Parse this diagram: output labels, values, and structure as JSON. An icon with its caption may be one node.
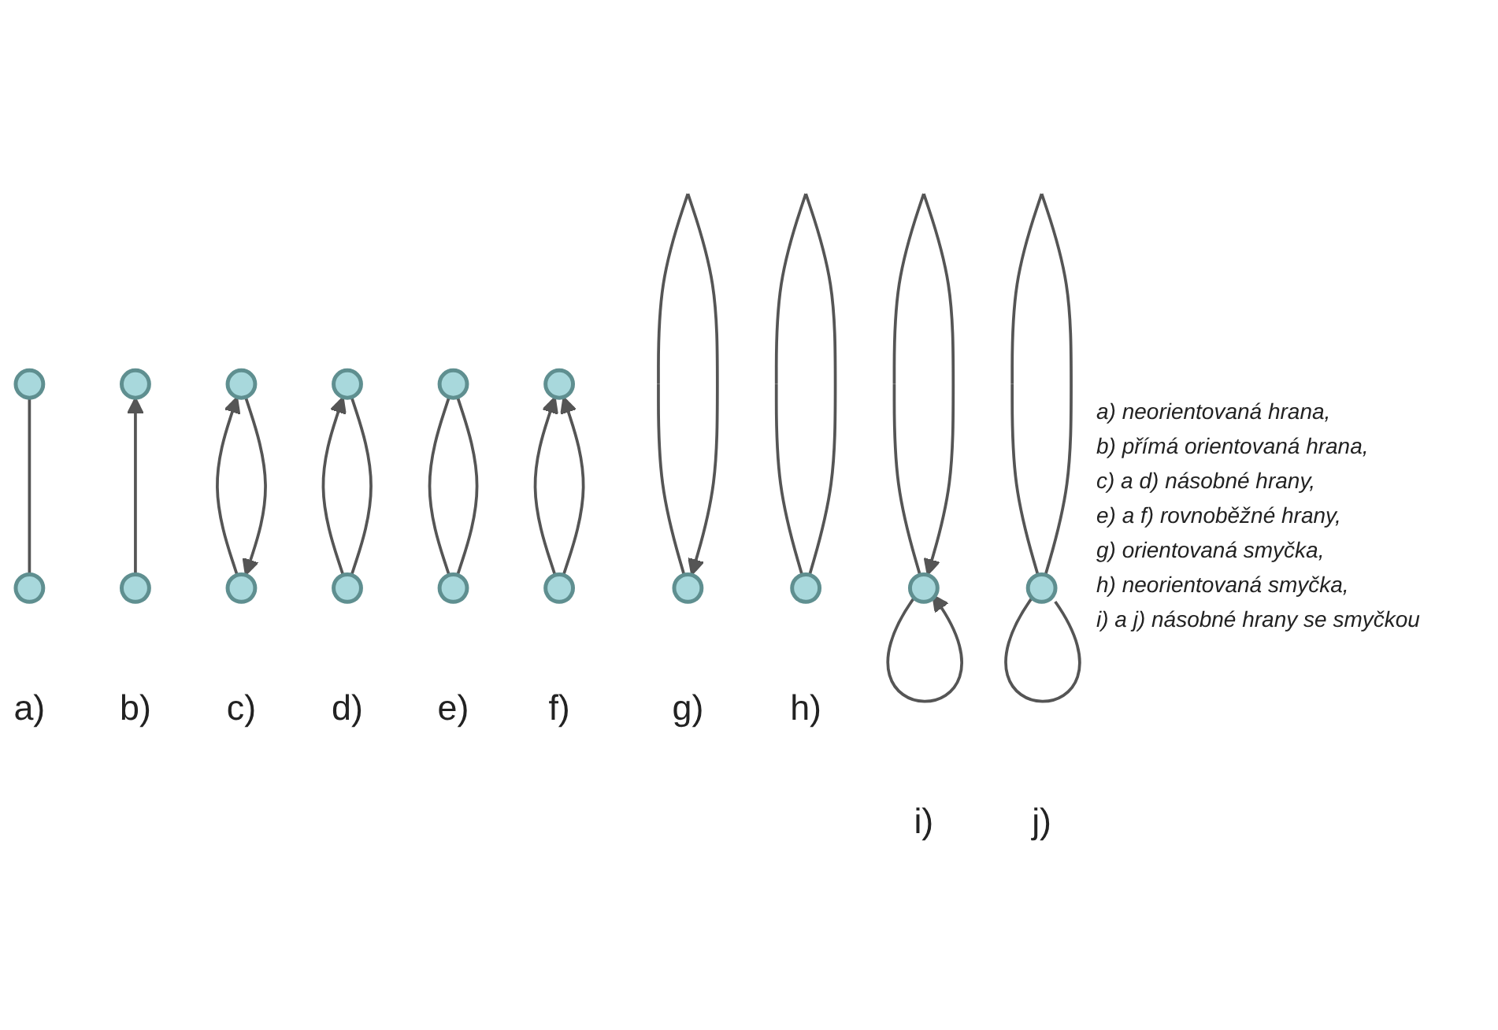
{
  "diagram": {
    "nodes": [
      {
        "text": [],
        "shape": "circle"
      },
      {
        "text": [],
        "shape": "circle"
      },
      {
        "text": [],
        "shape": "circle"
      },
      {
        "text": [],
        "shape": "circle"
      },
      {
        "text": [],
        "shape": "circle"
      },
      {
        "text": [],
        "shape": "circle"
      },
      {
        "text": [],
        "shape": "circle"
      },
      {
        "text": [],
        "shape": "circle"
      },
      {
        "text": [],
        "shape": "circle"
      },
      {
        "text": [],
        "shape": "circle"
      },
      {
        "text": [],
        "shape": "circle"
      },
      {
        "text": [],
        "shape": "circle"
      },
      {
        "text": [],
        "shape": "circle"
      },
      {
        "text": [],
        "shape": "circle"
      },
      {
        "text": [],
        "shape": "circle"
      },
      {
        "text": [],
        "shape": "circle"
      }
    ],
    "edges": [
      {
        "from": 1,
        "to": 0,
        "arrow": "none"
      },
      {
        "from": 3,
        "to": 2,
        "arrow": "to"
      },
      {
        "from": 5,
        "to": 4,
        "arrow": "to"
      },
      {
        "from": 4,
        "to": 5,
        "arrow": "to"
      },
      {
        "from": 7,
        "to": 6,
        "arrow": "to"
      },
      {
        "from": 7,
        "to": 6,
        "arrow": "none"
      },
      {
        "from": 9,
        "to": 8,
        "arrow": "none"
      },
      {
        "from": 9,
        "to": 8,
        "arrow": "none"
      },
      {
        "from": 11,
        "to": 10,
        "arrow": "to"
      },
      {
        "from": 11,
        "to": 10,
        "arrow": "to"
      },
      {
        "from": 12,
        "to": 12,
        "arrow": "to"
      },
      {
        "from": 13,
        "to": 13,
        "arrow": "none"
      },
      {
        "from": 14,
        "to": 14,
        "arrow": "to"
      },
      {
        "from": 14,
        "to": 14,
        "arrow": "to"
      },
      {
        "from": 15,
        "to": 15,
        "arrow": "none"
      },
      {
        "from": 15,
        "to": 15,
        "arrow": "none"
      }
    ],
    "labels": [
      "a)",
      "b)",
      "c)",
      "d)",
      "e)",
      "f)",
      "g)",
      "h)",
      "i)",
      "j)",
      "a) neorientovaná hrana,",
      "b) přímá orientovaná hrana,",
      "c) a d) násobné hrany,",
      "e) a f) rovnoběžné hrany,",
      "g) orientovaná smyčka,",
      "h) neorientovaná smyčka,",
      "i) a j) násobné hrany se smyčkou"
    ]
  }
}
